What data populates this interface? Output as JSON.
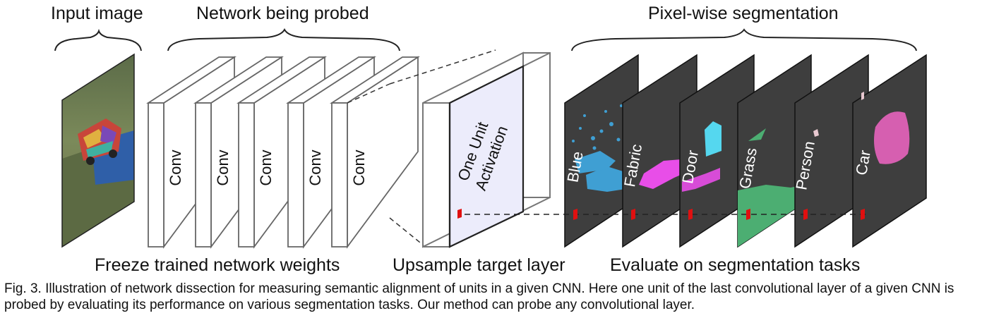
{
  "headings": {
    "input": "Input image",
    "network": "Network being probed",
    "segmentation": "Pixel-wise segmentation"
  },
  "conv_label": "Conv",
  "conv_layer_count": 5,
  "activation_label": [
    "One Unit",
    "Activation"
  ],
  "concepts": [
    "Blue",
    "Fabric",
    "Door",
    "Grass",
    "Person",
    "Car"
  ],
  "bottom_labels": {
    "freeze": "Freeze trained network weights",
    "upsample": "Upsample target layer",
    "evaluate": "Evaluate on segmentation tasks"
  },
  "caption": "Fig. 3. Illustration of network dissection for measuring semantic alignment of units in a given CNN. Here one unit of the last convolutional layer of a given CNN is probed by evaluating its performance on various segmentation tasks. Our method can probe any convolutional layer.",
  "colors": {
    "panel": "#3e3e3e",
    "blue_concept": "#3f9fd3",
    "fabric_concept": "#e84ee8",
    "door_concept": "#55d7ef",
    "grass_concept": "#4cae72",
    "person_concept": "#e8c8d0",
    "car_concept": "#d65fb0",
    "probe_marker": "#e01010",
    "activation_fill": "#ececfb"
  }
}
